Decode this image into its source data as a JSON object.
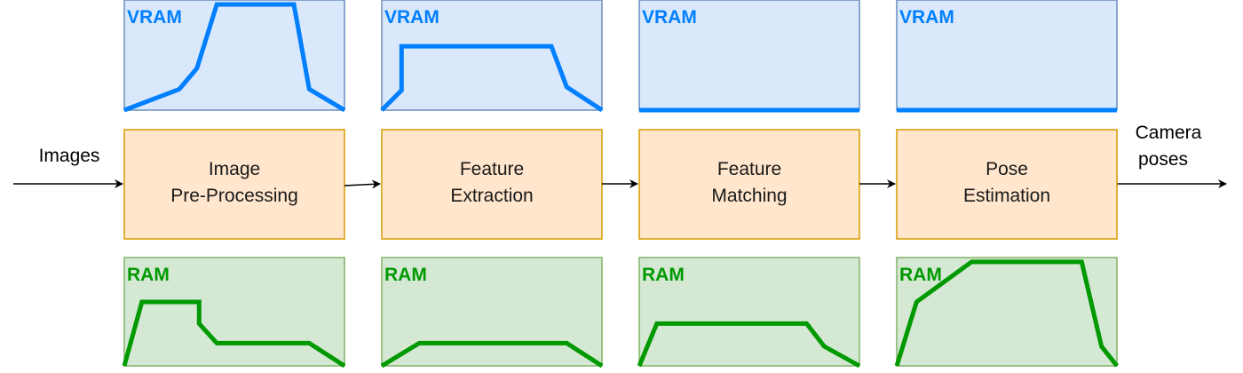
{
  "input_label": "Images",
  "output_label": [
    "Camera",
    "poses"
  ],
  "vram_label": "VRAM",
  "ram_label": "RAM",
  "colors": {
    "vram": "#007fff",
    "ram": "#009900",
    "vram_fill": "#dae8fc",
    "ram_fill": "#d5e8d4",
    "stage_fill": "#ffe6cc"
  },
  "stages": [
    {
      "lines": [
        "Image",
        "Pre-Processing"
      ],
      "vram_profile": [
        [
          0,
          0
        ],
        [
          0.25,
          0.19
        ],
        [
          0.33,
          0.38
        ],
        [
          0.42,
          0.96
        ],
        [
          0.77,
          0.96
        ],
        [
          0.84,
          0.19
        ],
        [
          1,
          0
        ]
      ],
      "ram_profile": [
        [
          0,
          0
        ],
        [
          0.08,
          0.59
        ],
        [
          0.34,
          0.59
        ],
        [
          0.34,
          0.39
        ],
        [
          0.42,
          0.21
        ],
        [
          0.84,
          0.21
        ],
        [
          1,
          0
        ]
      ]
    },
    {
      "lines": [
        "Feature",
        "Extraction"
      ],
      "vram_profile": [
        [
          0,
          0
        ],
        [
          0.09,
          0.18
        ],
        [
          0.09,
          0.58
        ],
        [
          0.77,
          0.58
        ],
        [
          0.84,
          0.21
        ],
        [
          1,
          0
        ]
      ],
      "ram_profile": [
        [
          0,
          0
        ],
        [
          0.17,
          0.21
        ],
        [
          0.84,
          0.21
        ],
        [
          1,
          0
        ]
      ]
    },
    {
      "lines": [
        "Feature",
        "Matching"
      ],
      "vram_profile": [
        [
          0,
          0
        ],
        [
          1,
          0
        ]
      ],
      "ram_profile": [
        [
          0,
          0
        ],
        [
          0.08,
          0.39
        ],
        [
          0.76,
          0.39
        ],
        [
          0.84,
          0.18
        ],
        [
          1,
          0
        ]
      ]
    },
    {
      "lines": [
        "Pose",
        "Estimation"
      ],
      "vram_profile": [
        [
          0,
          0
        ],
        [
          1,
          0
        ]
      ],
      "ram_profile": [
        [
          0,
          0
        ],
        [
          0.09,
          0.59
        ],
        [
          0.34,
          0.96
        ],
        [
          0.84,
          0.96
        ],
        [
          0.93,
          0.18
        ],
        [
          1,
          0
        ]
      ]
    }
  ]
}
